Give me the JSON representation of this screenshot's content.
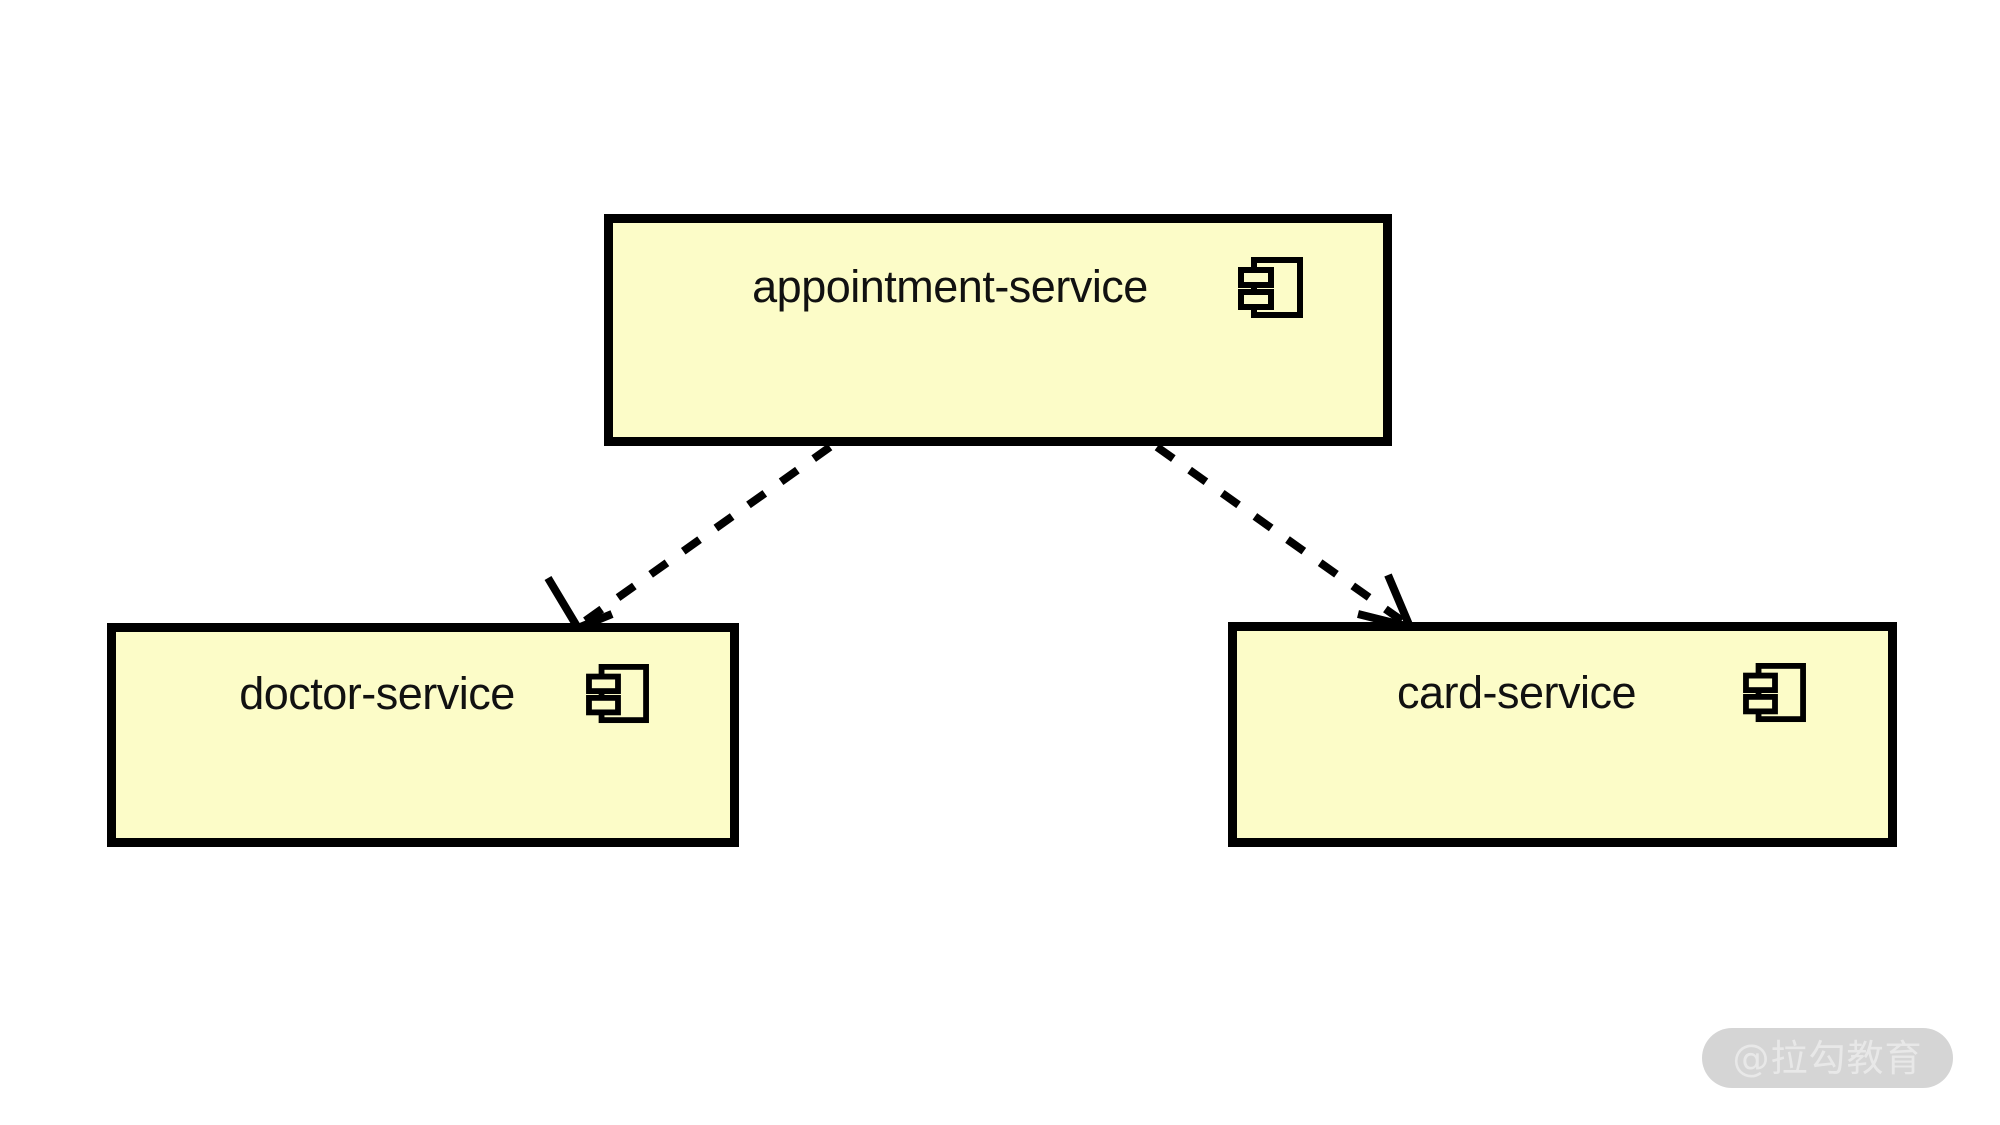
{
  "diagram": {
    "type": "uml-component-diagram",
    "background_color": "#ffffff",
    "components": [
      {
        "id": "appointment",
        "name": "appointment-service",
        "icon": "uml-component-icon",
        "fill_color": "#fcfcc8",
        "border_color": "#000000"
      },
      {
        "id": "doctor",
        "name": "doctor-service",
        "icon": "uml-component-icon",
        "fill_color": "#fcfcc8",
        "border_color": "#000000"
      },
      {
        "id": "card",
        "name": "card-service",
        "icon": "uml-component-icon",
        "fill_color": "#fcfcc8",
        "border_color": "#000000"
      }
    ],
    "connections": [
      {
        "id": "appointment-to-doctor",
        "from": "appointment",
        "to": "doctor",
        "style": "dashed",
        "arrowhead": "open",
        "relationship": "dependency",
        "color": "#000000"
      },
      {
        "id": "appointment-to-card",
        "from": "appointment",
        "to": "card",
        "style": "dashed",
        "arrowhead": "open",
        "relationship": "dependency",
        "color": "#000000"
      }
    ]
  },
  "watermark": {
    "text": "@拉勾教育",
    "background_color": "#d5d5d5",
    "text_color": "#e8e8e8"
  }
}
